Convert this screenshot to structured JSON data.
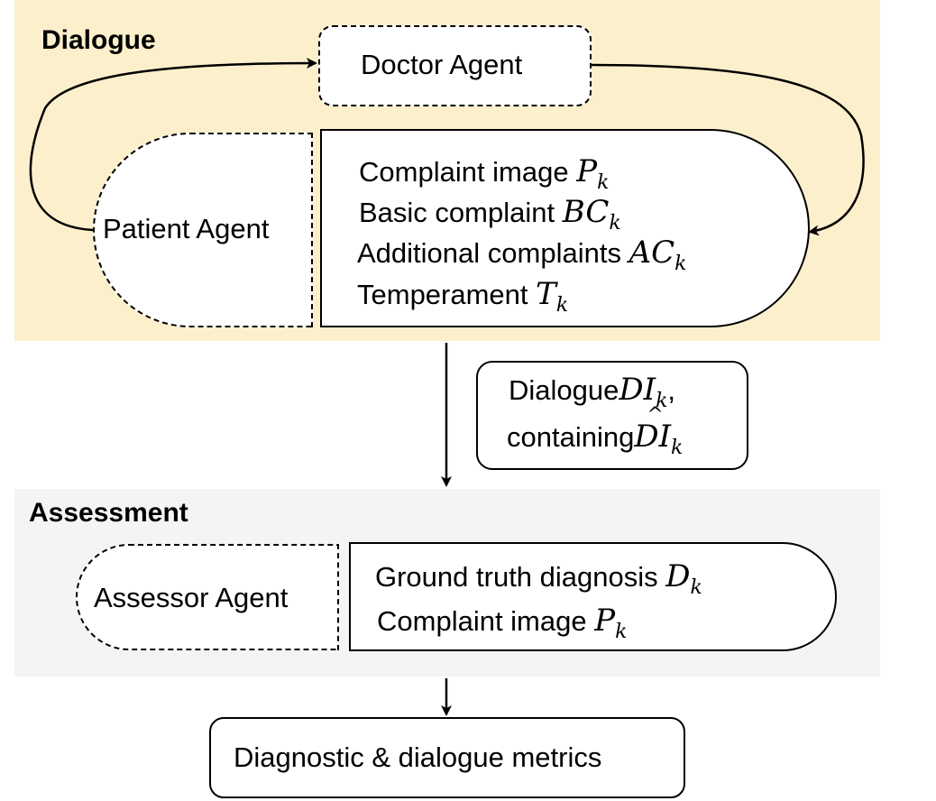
{
  "dialogue": {
    "title": "Dialogue",
    "doctor_agent": "Doctor Agent",
    "patient_agent": "Patient Agent",
    "items": [
      {
        "text": "Complaint image",
        "symbol": "P",
        "sub": "k"
      },
      {
        "text": "Basic complaint",
        "symbol": "BC",
        "sub": "k"
      },
      {
        "text": "Additional complaints",
        "symbol": "AC",
        "sub": "k"
      },
      {
        "text": "Temperament",
        "symbol": "T",
        "sub": "k"
      }
    ]
  },
  "transcript": {
    "line1_text": "Dialogue",
    "line1_symbol": "DI",
    "line1_sub": "k",
    "line1_suffix": ",",
    "line2_text": "containing",
    "line2_symbol_a": "D",
    "line2_symbol_b": "I",
    "line2_sub": "k"
  },
  "assessment": {
    "title": "Assessment",
    "assessor_agent": "Assessor Agent",
    "items": [
      {
        "text": "Ground truth diagnosis",
        "symbol": "D",
        "sub": "k"
      },
      {
        "text": "Complaint image",
        "symbol": "P",
        "sub": "k"
      }
    ]
  },
  "output": {
    "label": "Diagnostic & dialogue metrics"
  }
}
